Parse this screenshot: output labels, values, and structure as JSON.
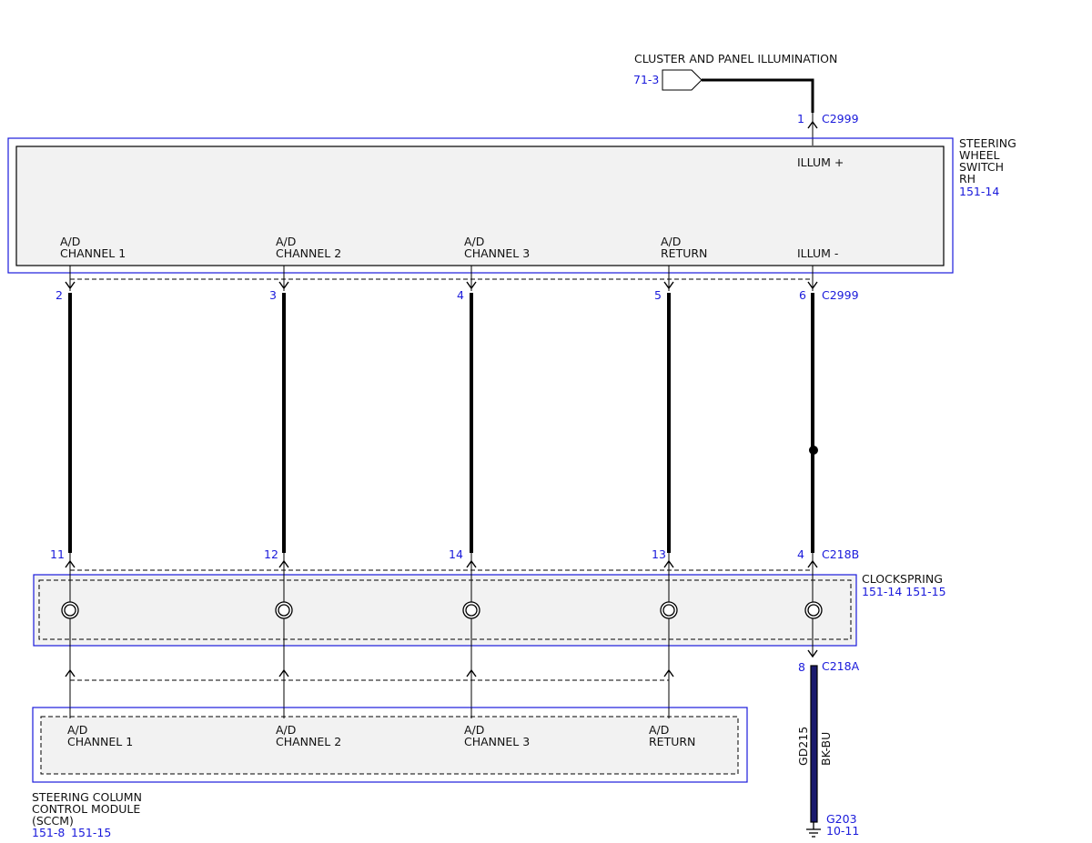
{
  "colors": {
    "reference_blue": "#1a1adb",
    "wire": "#000000",
    "ground_wire_fill": "#1a1a6e",
    "clockspring_fill": "#f2f2f2"
  },
  "source": {
    "title": "CLUSTER AND PANEL ILLUMINATION",
    "ref": "71-3",
    "icon": "connector-arrow-icon"
  },
  "connectors": {
    "top_pin": "1",
    "top_id": "C2999",
    "switch_side_id": "C2999",
    "clockspring_top_id": "C218B",
    "clockspring_bottom_pin": "8",
    "clockspring_bottom_id": "C218A"
  },
  "switch_rh": {
    "name_lines": [
      "STEERING",
      "WHEEL",
      "SWITCH",
      "RH"
    ],
    "ref": "151-14",
    "illum_plus": "ILLUM +",
    "pins": [
      {
        "line1": "A/D",
        "line2": "CHANNEL 1",
        "pin": "2"
      },
      {
        "line1": "A/D",
        "line2": "CHANNEL 2",
        "pin": "3"
      },
      {
        "line1": "A/D",
        "line2": "CHANNEL 3",
        "pin": "4"
      },
      {
        "line1": "A/D",
        "line2": "RETURN",
        "pin": "5"
      },
      {
        "line1": "",
        "line2": "ILLUM -",
        "pin": "6"
      }
    ]
  },
  "clockspring": {
    "name": "CLOCKSPRING",
    "refs": "151-14 151-15",
    "pins": [
      "11",
      "12",
      "14",
      "13",
      "4"
    ]
  },
  "sccm": {
    "name_lines": [
      "STEERING COLUMN",
      "CONTROL MODULE",
      "(SCCM)"
    ],
    "refs": [
      "151-8",
      "151-15"
    ],
    "pins": [
      {
        "line1": "A/D",
        "line2": "CHANNEL 1"
      },
      {
        "line1": "A/D",
        "line2": "CHANNEL 2"
      },
      {
        "line1": "A/D",
        "line2": "CHANNEL 3"
      },
      {
        "line1": "A/D",
        "line2": "RETURN"
      }
    ]
  },
  "ground": {
    "circuit": "GD215",
    "color_code": "BK-BU",
    "ground_id": "G203",
    "ref": "10-11",
    "icon": "ground-icon"
  }
}
